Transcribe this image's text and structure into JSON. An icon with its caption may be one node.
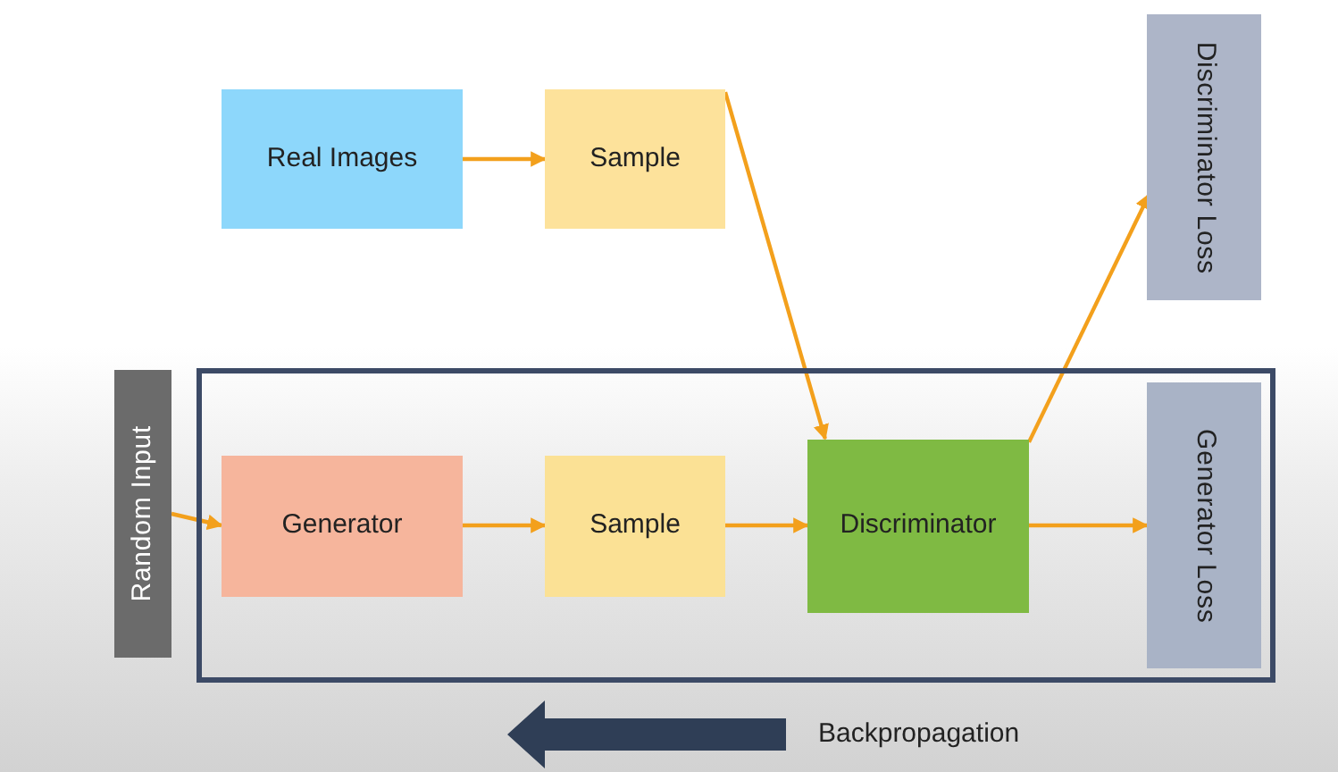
{
  "diagram": {
    "nodes": [
      {
        "text": [
          "Real Images"
        ]
      },
      {
        "text": [
          "Sample"
        ]
      },
      {
        "text": [
          "Discriminator Loss"
        ]
      },
      {
        "text": [
          "Random Input"
        ]
      },
      {
        "text": [],
        "shape": "box"
      },
      {
        "text": [
          "Generator"
        ],
        "in": 4
      },
      {
        "text": [
          "Sample"
        ],
        "in": 4
      },
      {
        "text": [
          "Discriminator"
        ],
        "in": 4
      },
      {
        "text": [
          "Generator Loss"
        ],
        "in": 4
      }
    ],
    "edges": [
      {
        "from": 0,
        "to": 1,
        "arrow": "to"
      },
      {
        "from": 1,
        "to": 7,
        "arrow": "to"
      },
      {
        "from": 7,
        "to": 2,
        "arrow": "to"
      },
      {
        "from": 3,
        "to": 5,
        "arrow": "to"
      },
      {
        "from": 5,
        "to": 6,
        "arrow": "to"
      },
      {
        "from": 6,
        "to": 7,
        "arrow": "to"
      },
      {
        "from": 7,
        "to": 8,
        "arrow": "to"
      }
    ],
    "labels": [
      "Backpropagation"
    ]
  }
}
